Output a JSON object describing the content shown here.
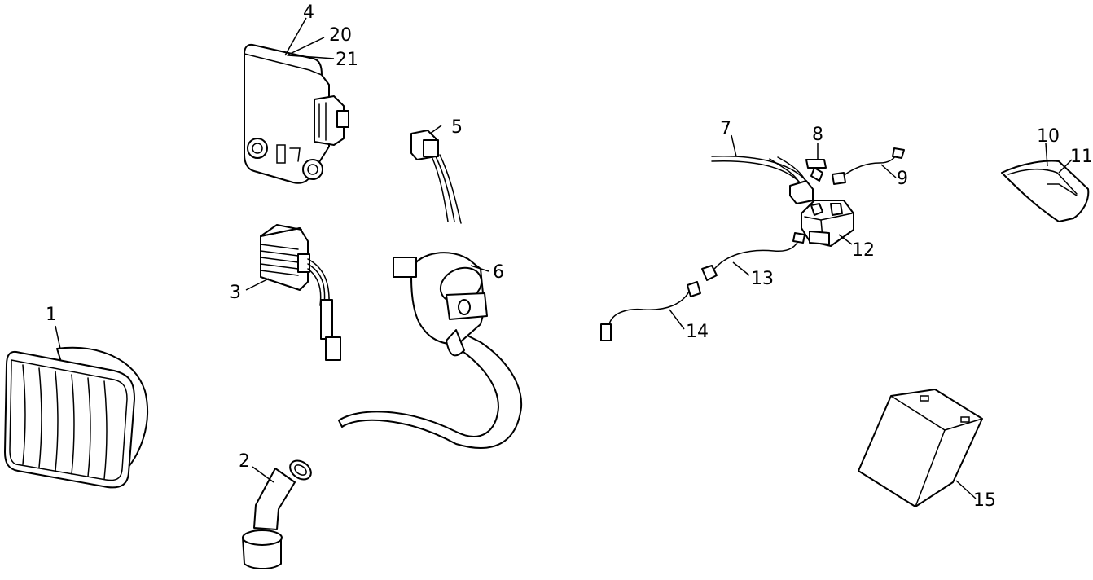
{
  "callouts": {
    "c1": "1",
    "c2": "2",
    "c3": "3",
    "c4": "4",
    "c5": "5",
    "c6": "6",
    "c7": "7",
    "c8": "8",
    "c9": "9",
    "c10": "10",
    "c11": "11",
    "c12": "12",
    "c13": "13",
    "c14": "14",
    "c15": "15",
    "c20": "20",
    "c21": "21"
  }
}
